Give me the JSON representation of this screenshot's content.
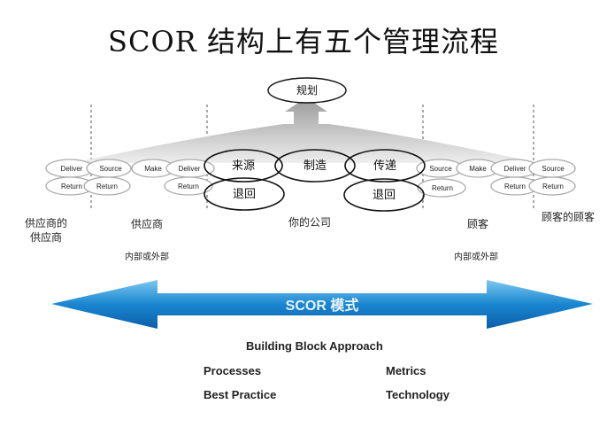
{
  "title": "SCOR 结构上有五个管理流程",
  "top_node": "规划",
  "center": {
    "source": "来源",
    "make": "制造",
    "deliver": "传递",
    "return_left": "退回",
    "return_right": "退回"
  },
  "small": {
    "deliver": "Deliver",
    "source": "Source",
    "make": "Make",
    "return": "Return"
  },
  "labels": {
    "supplier_of_supplier": [
      "供应商的",
      "供应商"
    ],
    "supplier": "供应商",
    "your_company": "你的公司",
    "customer": "顾客",
    "customer_of_customer": "顾客的顾客",
    "internal_external_left": "内部或外部",
    "internal_external_right": "内部或外部"
  },
  "arrow_label": "SCOR 模式",
  "building_block": {
    "heading": "Building Block Approach",
    "left": [
      "Processes",
      "Best Practice"
    ],
    "right": [
      "Metrics",
      "Technology"
    ]
  }
}
